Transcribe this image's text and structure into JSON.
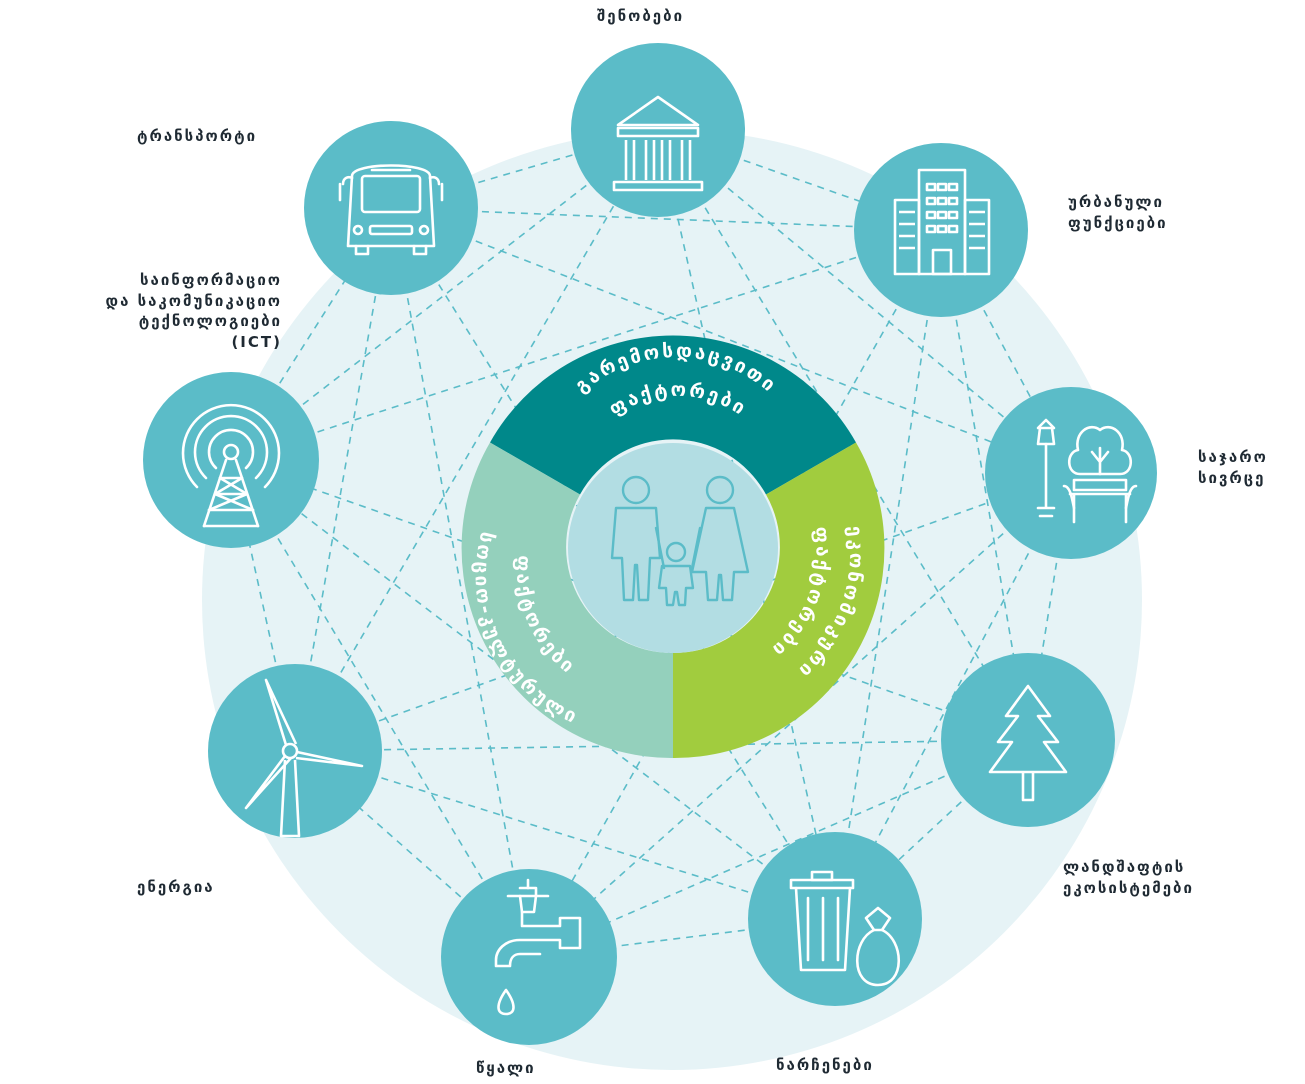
{
  "colors": {
    "background_disc": "#e6f3f6",
    "node_circle": "#5bbcc8",
    "connector_line": "#5bbcc8",
    "segment_environmental": "#00888a",
    "segment_economic": "#a1cc3e",
    "segment_sociocultural": "#94d0bc",
    "center_disc": "#b2dde3",
    "center_icon_stroke": "#5bbcc8",
    "label_text": "#1f2a33"
  },
  "center": {
    "icon": "family-icon",
    "segments": [
      {
        "id": "environmental",
        "lines": [
          "გარემოსდაცვითი",
          "ფაქტორები"
        ]
      },
      {
        "id": "economic",
        "lines": [
          "ეკონომიკური",
          "ფაქტორები"
        ]
      },
      {
        "id": "sociocultural",
        "lines": [
          "სოციო-კულტურული",
          "ფაქტორები"
        ]
      }
    ]
  },
  "nodes": [
    {
      "id": "buildings",
      "icon": "building-columns-icon",
      "label": [
        "შენობები"
      ]
    },
    {
      "id": "urban-functions",
      "icon": "office-building-icon",
      "label": [
        "ურბანული",
        "ფუნქციები"
      ]
    },
    {
      "id": "public-space",
      "icon": "park-bench-lamp-icon",
      "label": [
        "საჯარო",
        "სივრცე"
      ]
    },
    {
      "id": "landscape-ecosystems",
      "icon": "pine-tree-icon",
      "label": [
        "ლანდშაფტის",
        "ეკოსისტემები"
      ]
    },
    {
      "id": "waste",
      "icon": "trash-bin-bag-icon",
      "label": [
        "ნარჩენები"
      ]
    },
    {
      "id": "water",
      "icon": "water-tap-icon",
      "label": [
        "წყალი"
      ]
    },
    {
      "id": "energy",
      "icon": "wind-turbine-icon",
      "label": [
        "ენერგია"
      ]
    },
    {
      "id": "ict",
      "icon": "radio-tower-icon",
      "label": [
        "საინფორმაციო",
        "და საკომუნიკაციო",
        "ტექნოლოგიები",
        "(ICT)"
      ]
    },
    {
      "id": "transport",
      "icon": "bus-icon",
      "label": [
        "ტრანსპორტი"
      ]
    }
  ]
}
